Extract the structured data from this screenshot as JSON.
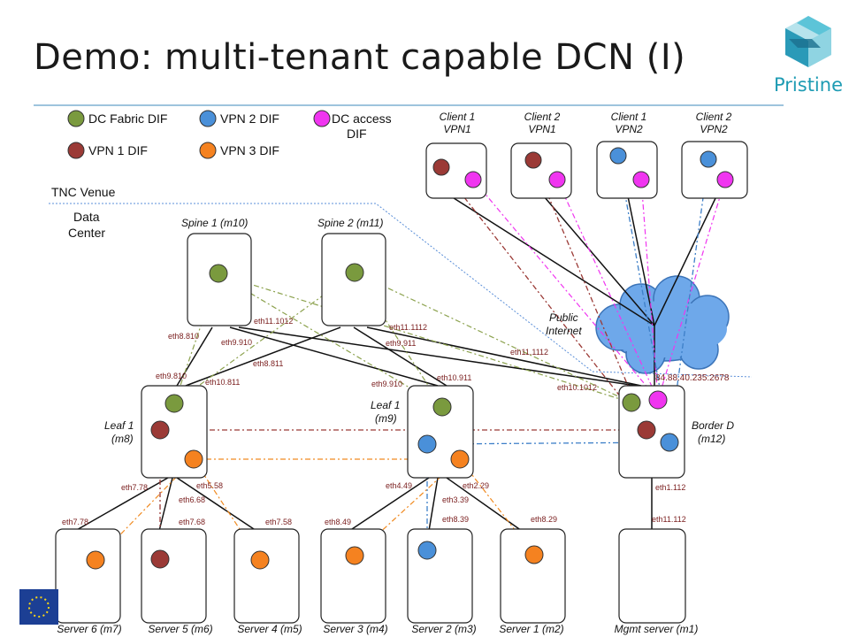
{
  "slide": {
    "title": "Demo: multi-tenant capable DCN (I)"
  },
  "logo": {
    "text": "Pristine"
  },
  "legend": {
    "dc_fabric": "DC Fabric DIF",
    "vpn1": "VPN 1 DIF",
    "vpn2": "VPN 2 DIF",
    "vpn3": "VPN 3 DIF",
    "dc_access_1": "DC access",
    "dc_access_2": "DIF"
  },
  "colors": {
    "dc_fabric": "#7a9a3e",
    "vpn1": "#9b3a36",
    "vpn2": "#4a90d9",
    "vpn3": "#f58220",
    "dc_access": "#f035f0",
    "cloud": "#6ea8ea"
  },
  "areas": {
    "tnc_venue": "TNC Venue",
    "data_center_1": "Data",
    "data_center_2": "Center",
    "public_internet_1": "Public",
    "public_internet_2": "Internet",
    "border_ip": "84.88.40.235:2678"
  },
  "clients": [
    {
      "line1": "Client 1",
      "line2": "VPN1"
    },
    {
      "line1": "Client 2",
      "line2": "VPN1"
    },
    {
      "line1": "Client 1",
      "line2": "VPN2"
    },
    {
      "line1": "Client 2",
      "line2": "VPN2"
    }
  ],
  "spines": {
    "spine1": "Spine 1 (m10)",
    "spine2": "Spine 2 (m11)"
  },
  "leafs": {
    "leaf1_1": "Leaf 1",
    "leaf1_2": "(m8)",
    "leaf2_1": "Leaf 1",
    "leaf2_2": "(m9)",
    "border_1": "Border D",
    "border_2": "(m12)"
  },
  "servers": {
    "s6": "Server 6 (m7)",
    "s5": "Server 5 (m6)",
    "s4": "Server 4 (m5)",
    "s3": "Server 3 (m4)",
    "s2": "Server 2 (m3)",
    "s1": "Server 1 (m2)",
    "mgmt": "Mgmt server (m1)"
  },
  "interfaces": {
    "eth8_810": "eth8.810",
    "eth9_910_a": "eth9.910",
    "eth11_1012": "eth11.1012",
    "eth11_1112": "eth11.1112",
    "eth9_911": "eth9.911",
    "eth8_811": "eth8.811",
    "eth11_1112_b": "eth11.1112",
    "eth9_810": "eth9.810",
    "eth10_811": "eth10.811",
    "eth9_910_b": "eth9.910",
    "eth10_911": "eth10.911",
    "eth10_1012": "eth10.1012",
    "eth7_78_a": "eth7.78",
    "eth5_58": "eth5.58",
    "eth6_68": "eth6.68",
    "eth4_49": "eth4.49",
    "eth2_29": "eth2.29",
    "eth3_39": "eth3.39",
    "eth7_78_b": "eth7.78",
    "eth7_68": "eth7.68",
    "eth7_58": "eth7.58",
    "eth8_49": "eth8.49",
    "eth8_39": "eth8.39",
    "eth8_29": "eth8.29",
    "eth1_112": "eth1.112",
    "eth11_112": "eth11.112"
  }
}
